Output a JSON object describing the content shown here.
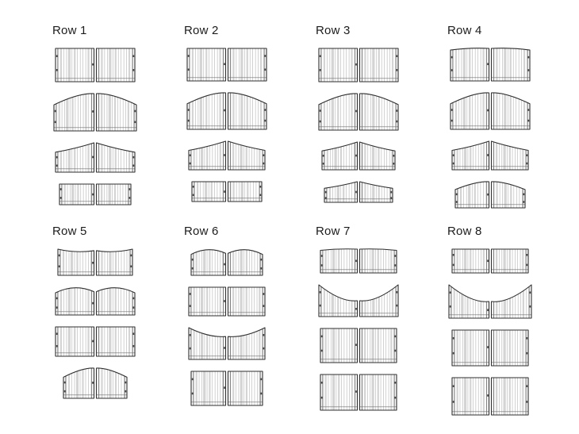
{
  "page": {
    "background": "#ffffff"
  },
  "colors": {
    "outline": "#2f2f2f",
    "bar_thin": "#b5b5b5",
    "bar_thick": "#d4d4d4",
    "stile": "#6f6f6f",
    "hinge": "#4a4a4a",
    "label": "#1c1c1c"
  },
  "groups": [
    {
      "label": "Row 1",
      "gates": [
        {
          "shape": "flat",
          "w": 100,
          "h": 42
        },
        {
          "shape": "arch",
          "w": 104,
          "h": 47
        },
        {
          "shape": "peak",
          "w": 100,
          "h": 37
        },
        {
          "shape": "flat",
          "w": 90,
          "h": 26
        }
      ]
    },
    {
      "label": "Row 2",
      "gates": [
        {
          "shape": "flat",
          "w": 100,
          "h": 41
        },
        {
          "shape": "arch",
          "w": 100,
          "h": 46
        },
        {
          "shape": "peak",
          "w": 96,
          "h": 36
        },
        {
          "shape": "flat",
          "w": 88,
          "h": 25
        }
      ]
    },
    {
      "label": "Row 3",
      "gates": [
        {
          "shape": "flat",
          "w": 100,
          "h": 42
        },
        {
          "shape": "arch",
          "w": 100,
          "h": 46
        },
        {
          "shape": "peak",
          "w": 92,
          "h": 35
        },
        {
          "shape": "peak",
          "w": 86,
          "h": 26
        }
      ]
    },
    {
      "label": "Row 4",
      "gates": [
        {
          "shape": "wave",
          "w": 100,
          "h": 41
        },
        {
          "shape": "arch",
          "w": 100,
          "h": 46
        },
        {
          "shape": "peak",
          "w": 96,
          "h": 36
        },
        {
          "shape": "arch",
          "w": 88,
          "h": 33
        }
      ]
    },
    {
      "label": "Row 5",
      "gates": [
        {
          "shape": "dip",
          "w": 94,
          "h": 33
        },
        {
          "shape": "hump",
          "w": 100,
          "h": 35
        },
        {
          "shape": "flat",
          "w": 100,
          "h": 37
        },
        {
          "shape": "arch",
          "w": 80,
          "h": 38
        }
      ]
    },
    {
      "label": "Row 6",
      "gates": [
        {
          "shape": "hump",
          "w": 90,
          "h": 33
        },
        {
          "shape": "flat",
          "w": 96,
          "h": 36
        },
        {
          "shape": "scoop",
          "w": 96,
          "h": 40
        },
        {
          "shape": "flat",
          "w": 90,
          "h": 43
        }
      ]
    },
    {
      "label": "Row 7",
      "gates": [
        {
          "shape": "wave",
          "w": 96,
          "h": 30
        },
        {
          "shape": "vscoop",
          "w": 100,
          "h": 40
        },
        {
          "shape": "flat",
          "w": 96,
          "h": 43
        },
        {
          "shape": "flat",
          "w": 96,
          "h": 45
        }
      ]
    },
    {
      "label": "Row 8",
      "gates": [
        {
          "shape": "flat",
          "w": 96,
          "h": 30
        },
        {
          "shape": "vscoop",
          "w": 104,
          "h": 42
        },
        {
          "shape": "flat",
          "w": 96,
          "h": 45
        },
        {
          "shape": "flat",
          "w": 96,
          "h": 47
        }
      ]
    }
  ]
}
